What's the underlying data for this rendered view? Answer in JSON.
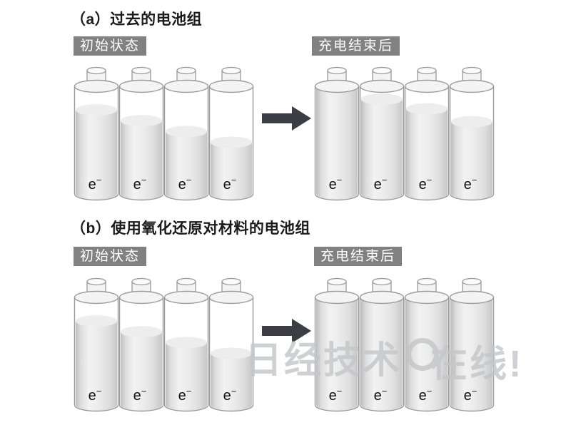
{
  "figure": {
    "sections": [
      {
        "label": "a",
        "title": "（a）过去的电池组",
        "initial_label": "初始状态",
        "after_label": "充电结束后",
        "initial_levels": [
          0.78,
          0.68,
          0.58,
          0.48
        ],
        "after_levels": [
          1.0,
          0.88,
          0.79,
          0.67
        ]
      },
      {
        "label": "b",
        "title": "（b）使用氧化还原对材料的电池组",
        "initial_label": "初始状态",
        "after_label": "充电结束后",
        "initial_levels": [
          0.78,
          0.68,
          0.58,
          0.48
        ],
        "after_levels": [
          1.0,
          1.0,
          1.0,
          1.0
        ]
      }
    ],
    "electron_label": {
      "base": "e",
      "sup": "−"
    },
    "watermark": {
      "prefix": "日经技术",
      "suffix": "在线!"
    },
    "colors": {
      "badge_bg": "#818181",
      "badge_text": "#ffffff",
      "arrow": "#3b3e44",
      "battery_outline": "#9a9a9a",
      "watermark": "#c3c6c9"
    }
  }
}
